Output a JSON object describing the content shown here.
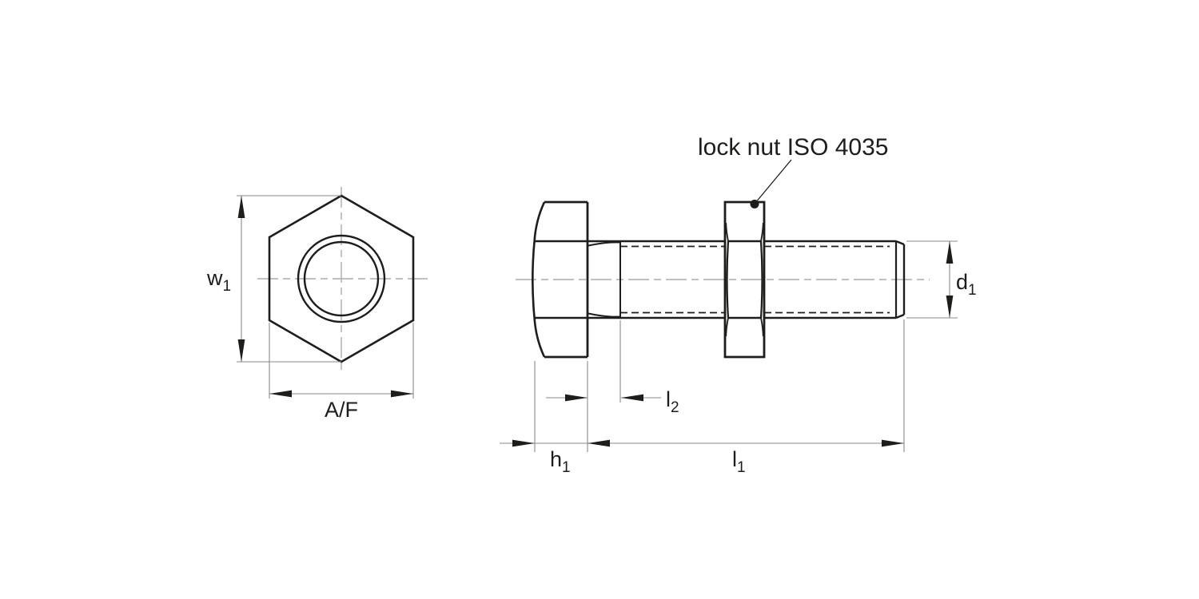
{
  "colors": {
    "background": "#ffffff",
    "ink": "#1d1d1b",
    "thin_line": "#8a8a8a",
    "centerline": "#ababab"
  },
  "drawing": {
    "annotation": {
      "lock_nut_note": "lock nut ISO 4035"
    },
    "dimensions": {
      "w1": {
        "base": "w",
        "sub": "1"
      },
      "af": {
        "label": "A/F"
      },
      "l2": {
        "base": "l",
        "sub": "2"
      },
      "h1": {
        "base": "h",
        "sub": "1"
      },
      "l1": {
        "base": "l",
        "sub": "1"
      },
      "d1": {
        "base": "d",
        "sub": "1"
      }
    }
  }
}
